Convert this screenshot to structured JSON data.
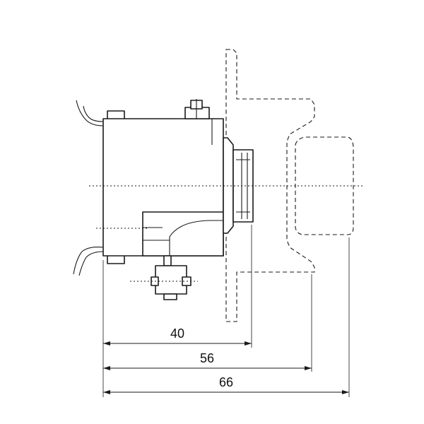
{
  "dimensions": [
    {
      "id": "dim-40",
      "label": "40"
    },
    {
      "id": "dim-56",
      "label": "56"
    },
    {
      "id": "dim-66",
      "label": "66"
    }
  ],
  "colors": {
    "line": "#1a1a1a",
    "background": "#ffffff"
  },
  "units": ""
}
